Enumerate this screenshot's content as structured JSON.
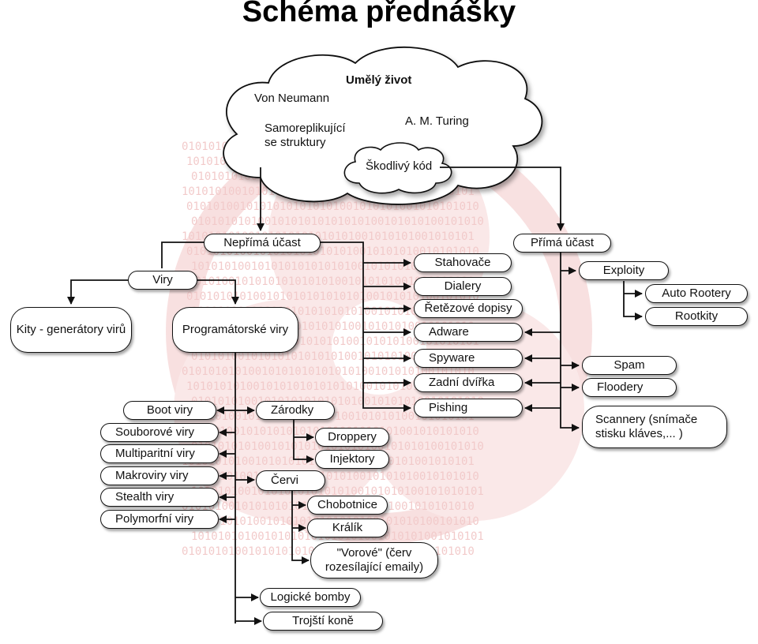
{
  "title": "Schéma přednášky",
  "background": {
    "binary_text": "0101010101001010101010101010010101010",
    "tint": "#e8a0a0"
  },
  "cloud": {
    "heading": "Umělý život",
    "items": [
      "Von Neumann",
      "Samoreplikující se struktury",
      "A. M. Turing"
    ],
    "inner": "Škodlivý kód"
  },
  "indirect": {
    "label": "Nepřímá účast",
    "viry": {
      "label": "Viry",
      "kity": "Kity - generátory virů",
      "programatorske": "Programátorské viry",
      "types": [
        "Boot viry",
        "Souborové viry",
        "Multiparitní viry",
        "Makroviry viry",
        "Stealth viry",
        "Polymorfní viry"
      ]
    },
    "zarodky": {
      "label": "Zárodky",
      "children": [
        "Droppery",
        "Injektory"
      ]
    },
    "cervi": {
      "label": "Červi",
      "children": [
        "Chobotnice",
        "Králík",
        "\"Vorové\" (červ rozesílající emaily)"
      ]
    },
    "other": [
      "Logické bomby",
      "Trojští koně"
    ]
  },
  "middle": [
    "Stahovače",
    "Dialery",
    "Řetězové dopisy",
    "Adware",
    "Spyware",
    "Zadní dvířka",
    "Pishing"
  ],
  "direct": {
    "label": "Přímá účast",
    "exploity": {
      "label": "Exploity",
      "children": [
        "Auto Rootery",
        "Rootkity"
      ]
    },
    "items": [
      "Spam",
      "Floodery",
      "Scannery (snímače stisku kláves,... )"
    ]
  }
}
